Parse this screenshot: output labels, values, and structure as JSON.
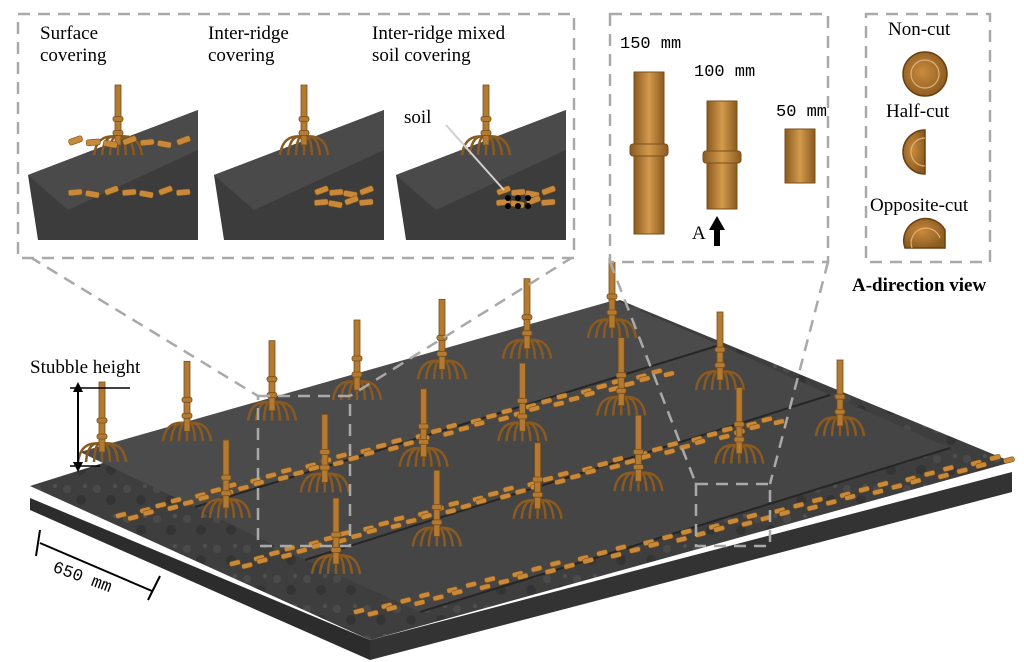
{
  "panels": {
    "covering_methods": [
      {
        "label_line1": "Surface",
        "label_line2": "covering"
      },
      {
        "label_line1": "Inter-ridge",
        "label_line2": "covering"
      },
      {
        "label_line1": "Inter-ridge mixed",
        "label_line2": "soil covering"
      }
    ],
    "soil_label": "soil",
    "lengths": [
      "150 mm",
      "100 mm",
      "50 mm"
    ],
    "arrow_label": "A",
    "cut_types": [
      "Non-cut",
      "Half-cut",
      "Opposite-cut"
    ],
    "direction_view_title": "A-direction view"
  },
  "main": {
    "stubble_height_label": "Stubble height",
    "ridge_width_label": "650 mm"
  },
  "colors": {
    "dashed_border": "#a9a9a9",
    "soil": "#3c3c3c",
    "soil_top": "#555555",
    "straw": "#c88a3a",
    "straw_dark": "#8a5a20"
  }
}
